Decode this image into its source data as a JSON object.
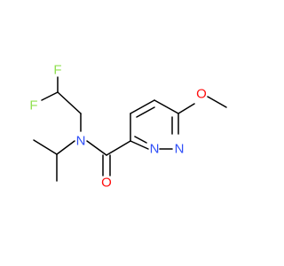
{
  "molecule": {
    "atoms": {
      "f_top": "F",
      "f_left": "F",
      "n_amide": "N",
      "o_carbonyl": "O",
      "n_ring_1": "N",
      "n_ring_2": "N",
      "o_methoxy": "O"
    },
    "colors": {
      "bond": "#000000",
      "fluorine": "#90e050",
      "nitrogen": "#3050f8",
      "oxygen": "#ff0d0d"
    }
  }
}
